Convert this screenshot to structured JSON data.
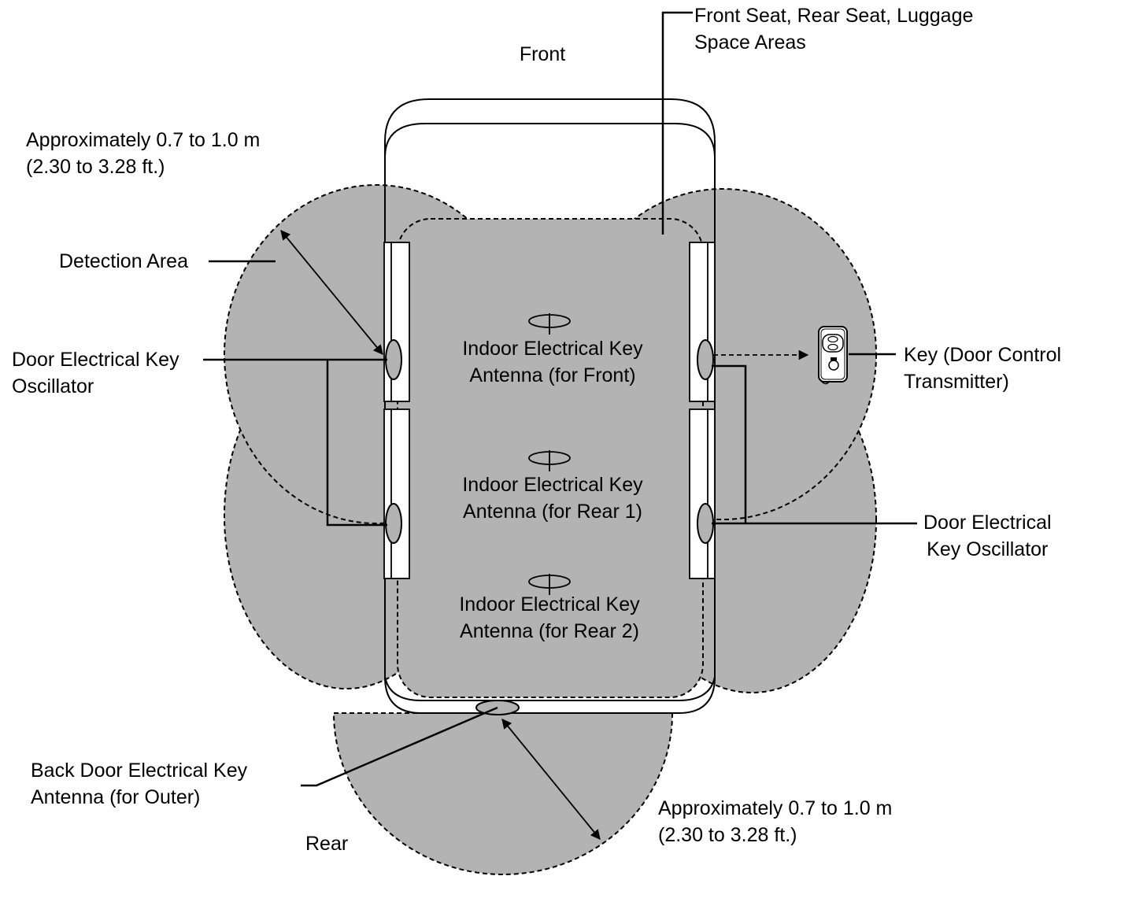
{
  "labels": {
    "front": "Front",
    "rear": "Rear",
    "seat_areas": [
      "Front Seat, Rear Seat, Luggage",
      "Space Areas"
    ],
    "distance_top": [
      "Approximately 0.7 to 1.0 m",
      "(2.30 to 3.28 ft.)"
    ],
    "distance_bottom": [
      "Approximately 0.7 to 1.0 m",
      "(2.30 to 3.28 ft.)"
    ],
    "detection_area": "Detection Area",
    "door_osc_left": [
      "Door Electrical Key",
      "Oscillator"
    ],
    "door_osc_right": [
      "Door Electrical",
      "Key Oscillator"
    ],
    "key": [
      "Key (Door Control",
      "Transmitter)"
    ],
    "indoor_front": [
      "Indoor Electrical Key",
      "Antenna (for Front)"
    ],
    "indoor_rear1": [
      "Indoor Electrical Key",
      "Antenna (for Rear 1)"
    ],
    "indoor_rear2": [
      "Indoor Electrical Key",
      "Antenna (for Rear 2)"
    ],
    "back_door": [
      "Back Door Electrical Key",
      "Antenna (for Outer)"
    ]
  },
  "colors": {
    "area_fill": "#b3b3b3",
    "line": "#000000",
    "background": "#ffffff"
  }
}
